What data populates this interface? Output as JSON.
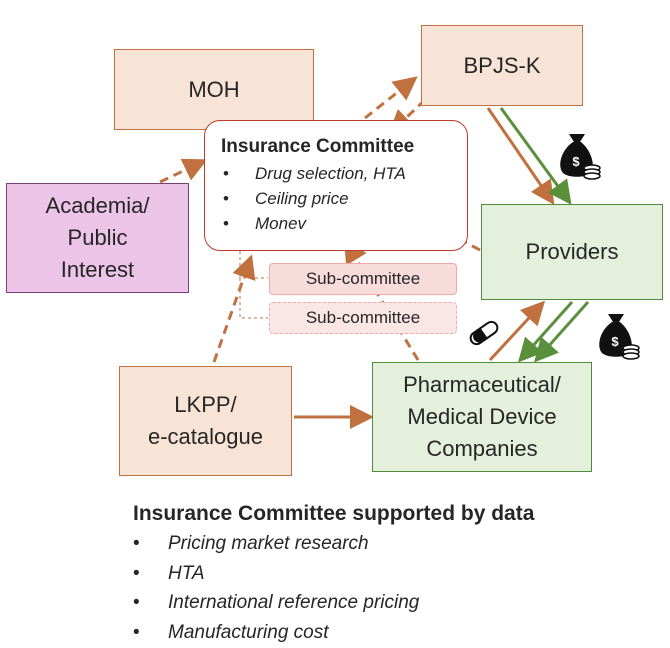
{
  "nodes": {
    "moh": "MOH",
    "bpjs": "BPJS-K",
    "academia": "Academia/\nPublic\nInterest",
    "providers": "Providers",
    "lkpp": "LKPP/\ne-catalogue",
    "pharma": "Pharmaceutical/\nMedical Device\nCompanies"
  },
  "committee": {
    "title": "Insurance Committee",
    "items": [
      "Drug selection, HTA",
      "Ceiling price",
      "Monev"
    ]
  },
  "subcommittees": [
    "Sub-committee",
    "Sub-committee"
  ],
  "footer": {
    "title": "Insurance Committee supported by data",
    "items": [
      "Pricing market research",
      "HTA",
      "International reference pricing",
      "Manufacturing cost"
    ]
  },
  "icons": [
    "money-bag-icon",
    "money-bag-icon",
    "pill-capsule-icon"
  ],
  "colors": {
    "orange_arrow": "#c0713f",
    "green_arrow": "#5a8f3c",
    "committee_border": "#c0392b"
  }
}
